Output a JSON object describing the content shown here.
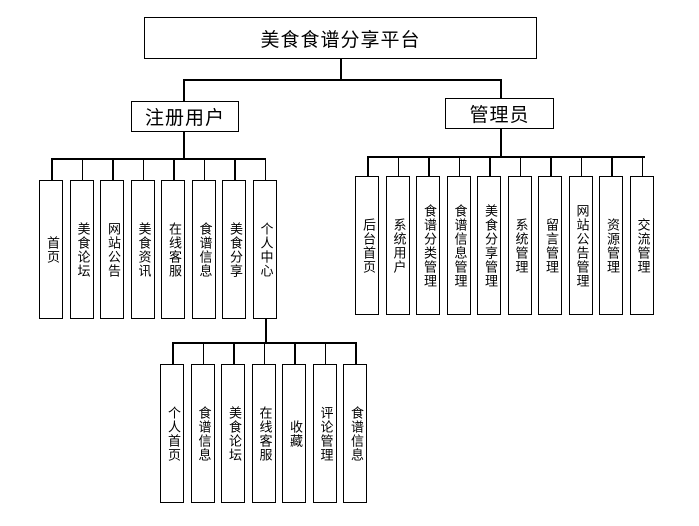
{
  "root": {
    "label": "美食食谱分享平台"
  },
  "user": {
    "label": "注册用户",
    "items": [
      "首页",
      "美食论坛",
      "网站公告",
      "美食资讯",
      "在线客服",
      "食谱信息",
      "美食分享",
      "个人中心"
    ]
  },
  "personal_center": {
    "items": [
      "个人首页",
      "食谱信息",
      "美食论坛",
      "在线客服",
      "收藏",
      "评论管理",
      "食谱信息"
    ]
  },
  "admin": {
    "label": "管理员",
    "items": [
      "后台首页",
      "系统用户",
      "食谱分类管理",
      "食谱信息管理",
      "美食分享管理",
      "系统管理",
      "留言管理",
      "网站公告管理",
      "资源管理",
      "交流管理"
    ]
  }
}
